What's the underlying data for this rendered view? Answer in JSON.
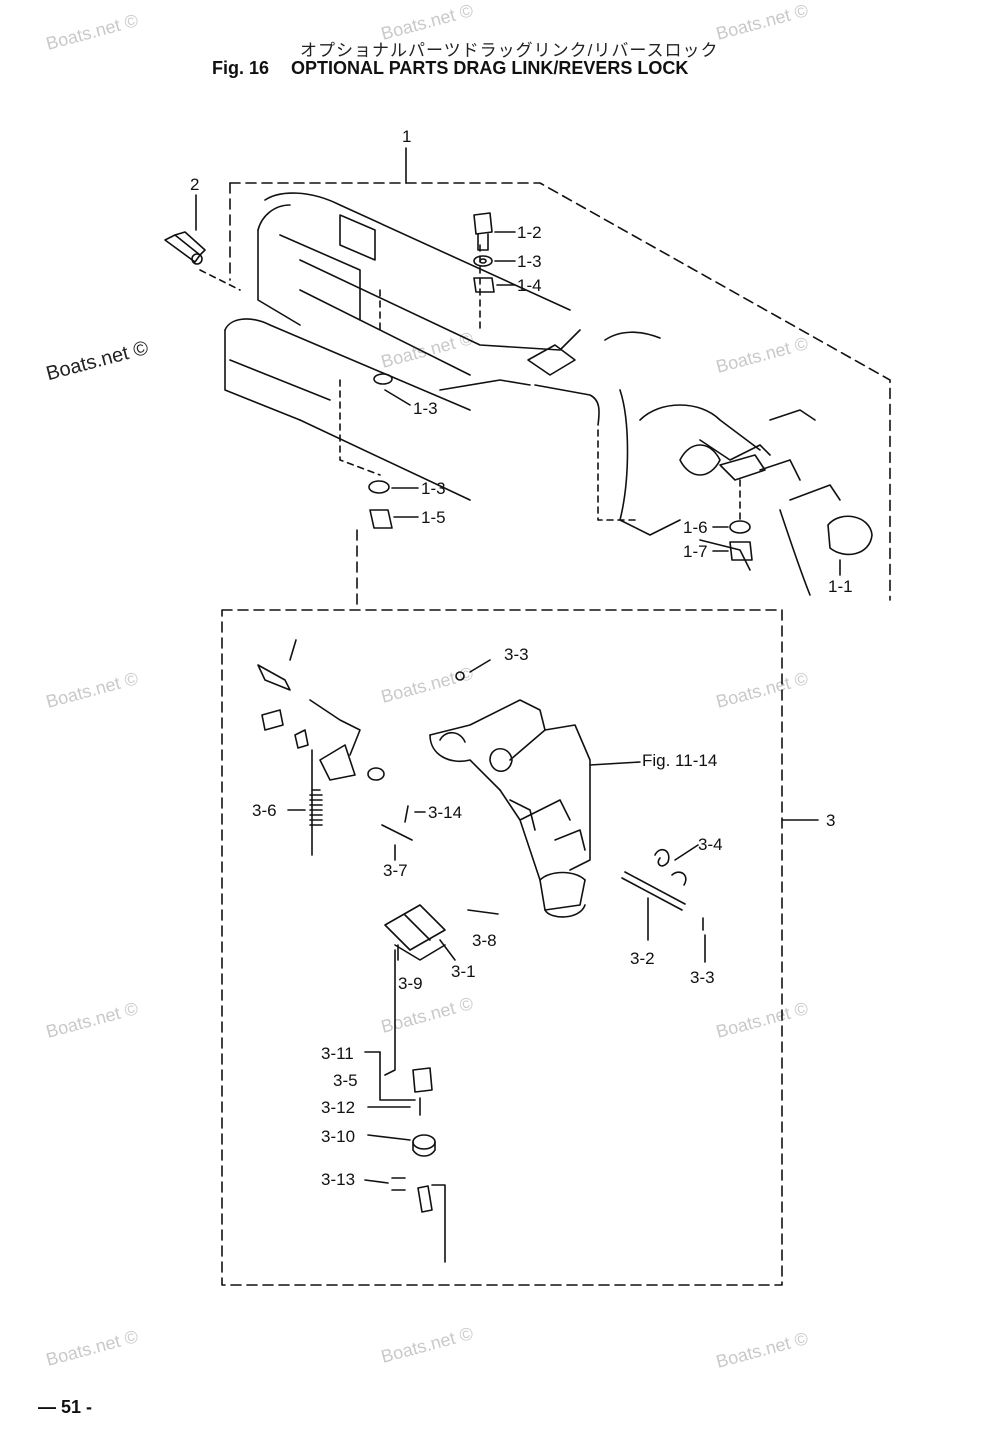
{
  "header": {
    "title_jp": "オプショナルパーツドラッグリンク/リバースロック",
    "fig_number": "Fig. 16",
    "title_en": "OPTIONAL PARTS DRAG LINK/REVERS LOCK"
  },
  "labels": {
    "l_1": "1",
    "l_2": "2",
    "l_1_2": "1-2",
    "l_1_3a": "1-3",
    "l_1_4": "1-4",
    "l_1_3b": "1-3",
    "l_1_3c": "1-3",
    "l_1_5": "1-5",
    "l_1_6": "1-6",
    "l_1_7": "1-7",
    "l_1_1": "1-1",
    "l_3_3a": "3-3",
    "l_fig_ref": "Fig. 11-14",
    "l_3": "3",
    "l_3_6": "3-6",
    "l_3_14": "3-14",
    "l_3_7": "3-7",
    "l_3_4": "3-4",
    "l_3_8": "3-8",
    "l_3_1": "3-1",
    "l_3_9": "3-9",
    "l_3_2": "3-2",
    "l_3_3b": "3-3",
    "l_3_11": "3-11",
    "l_3_5": "3-5",
    "l_3_12": "3-12",
    "l_3_10": "3-10",
    "l_3_13": "3-13"
  },
  "watermark": "Boats.net ©",
  "footer": {
    "page_number": "— 51 -"
  }
}
